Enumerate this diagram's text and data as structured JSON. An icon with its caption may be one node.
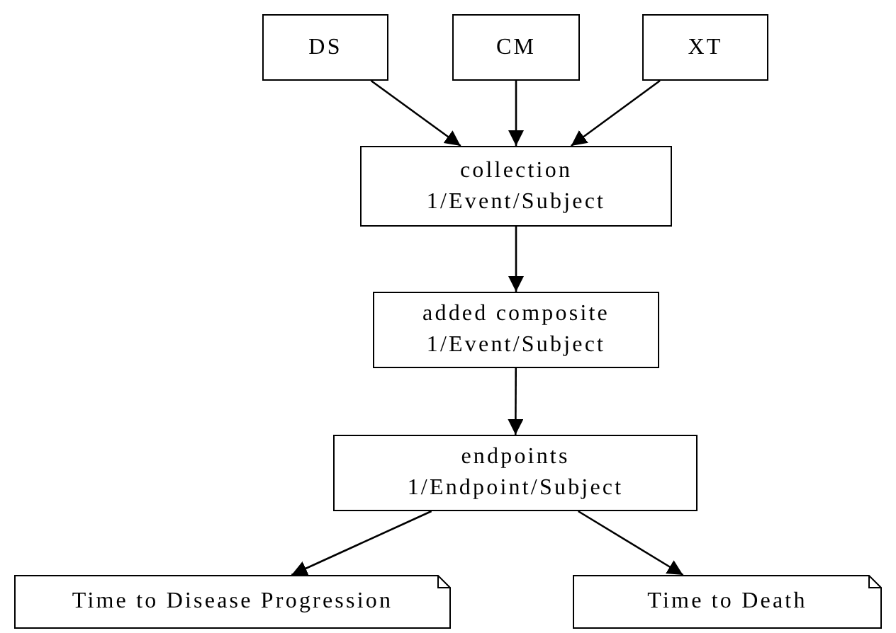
{
  "diagram": {
    "nodes": [
      {
        "text": [
          "DS"
        ]
      },
      {
        "text": [
          "CM"
        ]
      },
      {
        "text": [
          "XT"
        ]
      },
      {
        "text": [
          "collection",
          "1/Event/Subject"
        ]
      },
      {
        "text": [
          "added composite",
          "1/Event/Subject"
        ]
      },
      {
        "text": [
          "endpoints",
          "1/Endpoint/Subject"
        ]
      },
      {
        "text": [
          "Time to Disease Progression"
        ]
      },
      {
        "text": [
          "Time to Death"
        ]
      }
    ],
    "edges": [
      {
        "from": 0,
        "to": 3,
        "arrow": "to"
      },
      {
        "from": 1,
        "to": 3,
        "arrow": "to"
      },
      {
        "from": 2,
        "to": 3,
        "arrow": "to"
      },
      {
        "from": 3,
        "to": 4,
        "arrow": "to"
      },
      {
        "from": 4,
        "to": 5,
        "arrow": "to"
      },
      {
        "from": 5,
        "to": 6,
        "arrow": "to"
      },
      {
        "from": 5,
        "to": 7,
        "arrow": "to"
      }
    ]
  }
}
